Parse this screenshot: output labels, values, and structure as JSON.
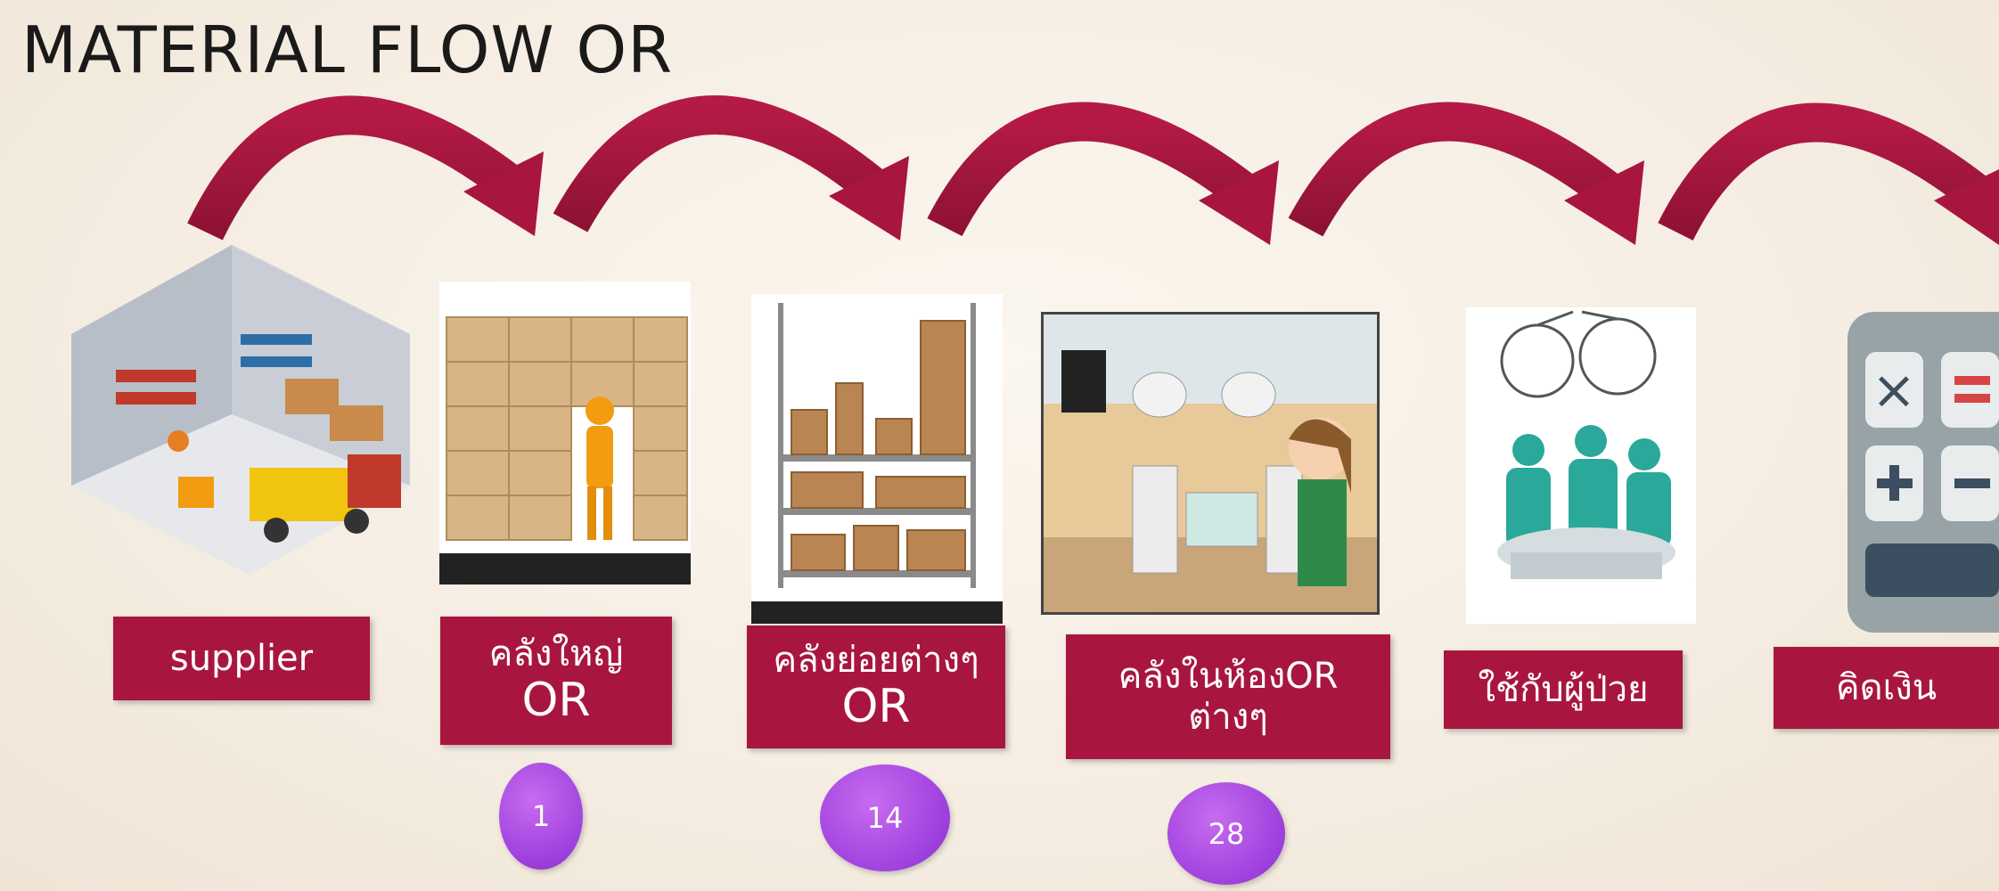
{
  "title": "MATERIAL FLOW OR",
  "colors": {
    "accent": "#a8163f",
    "badge": "#b053e6"
  },
  "steps": [
    {
      "line1": "supplier",
      "line2": ""
    },
    {
      "line1": "คลังใหญ่",
      "line2": "OR"
    },
    {
      "line1": "คลังย่อยต่างๆ",
      "line2": "OR"
    },
    {
      "line1": "คลังในห้องOR",
      "line2": "ต่างๆ"
    },
    {
      "line1": "ใช้กับผู้ป่วย",
      "line2": ""
    },
    {
      "line1": "คิดเงิน",
      "line2": ""
    }
  ],
  "badges": [
    "1",
    "14",
    "28"
  ],
  "icons": [
    "warehouse-icon",
    "boxes-worker-icon",
    "shelves-icon",
    "operating-room-icon",
    "surgery-team-icon",
    "calculator-icon"
  ]
}
